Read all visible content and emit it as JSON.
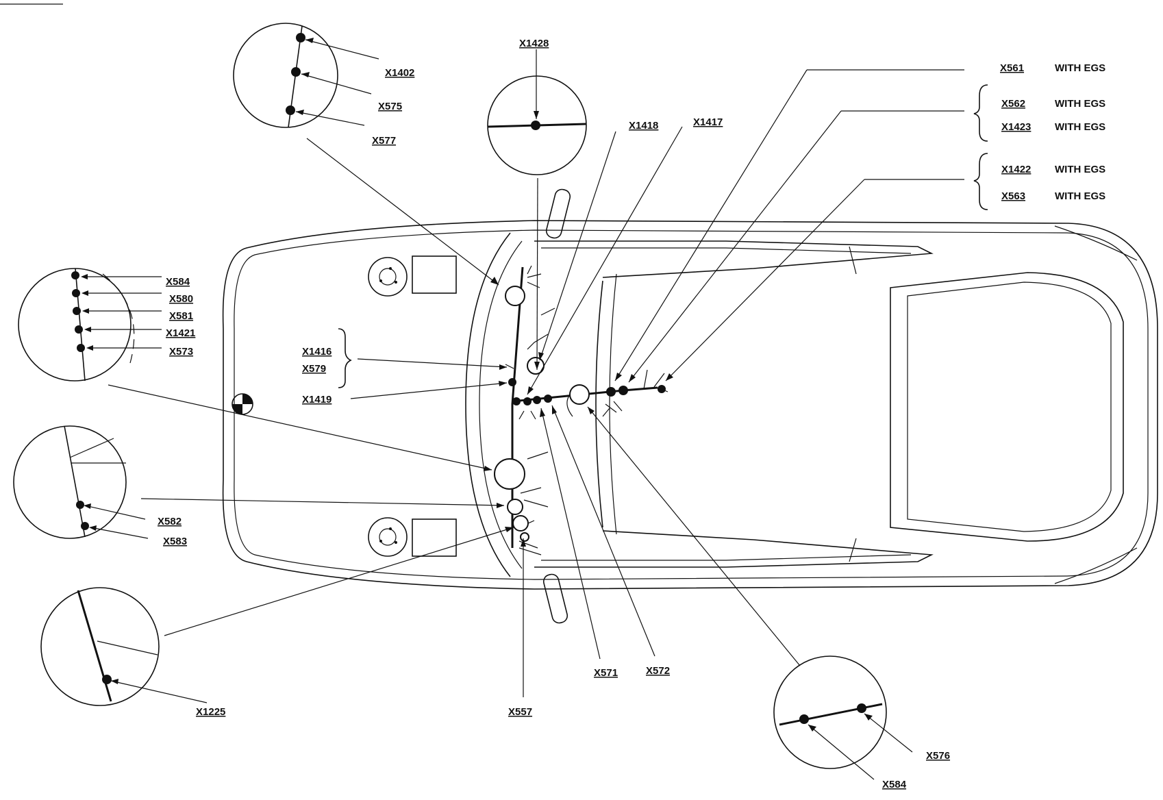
{
  "labels": {
    "x1402": "X1402",
    "x575": "X575",
    "x577": "X577",
    "x1428": "X1428",
    "x1418": "X1418",
    "x1417": "X1417",
    "x561_top": "X561",
    "x562_top": "X562",
    "x1423": "X1423",
    "x1422": "X1422",
    "x563_top": "X563",
    "x584_left": "X584",
    "x580": "X580",
    "x581_left": "X581",
    "x1421": "X1421",
    "x573": "X573",
    "x1416": "X1416",
    "x579": "X579",
    "x1419": "X1419",
    "x582_left": "X582",
    "x583_left": "X583",
    "x1225": "X1225",
    "x557": "X557",
    "x571": "X571",
    "x572": "X572",
    "x576": "X576",
    "x584_bottom": "X584"
  },
  "notes": {
    "with_egs_1": "WITH EGS",
    "with_egs_2": "WITH EGS",
    "with_egs_3": "WITH EGS",
    "with_egs_4": "WITH EGS",
    "with_egs_5": "WITH EGS"
  }
}
